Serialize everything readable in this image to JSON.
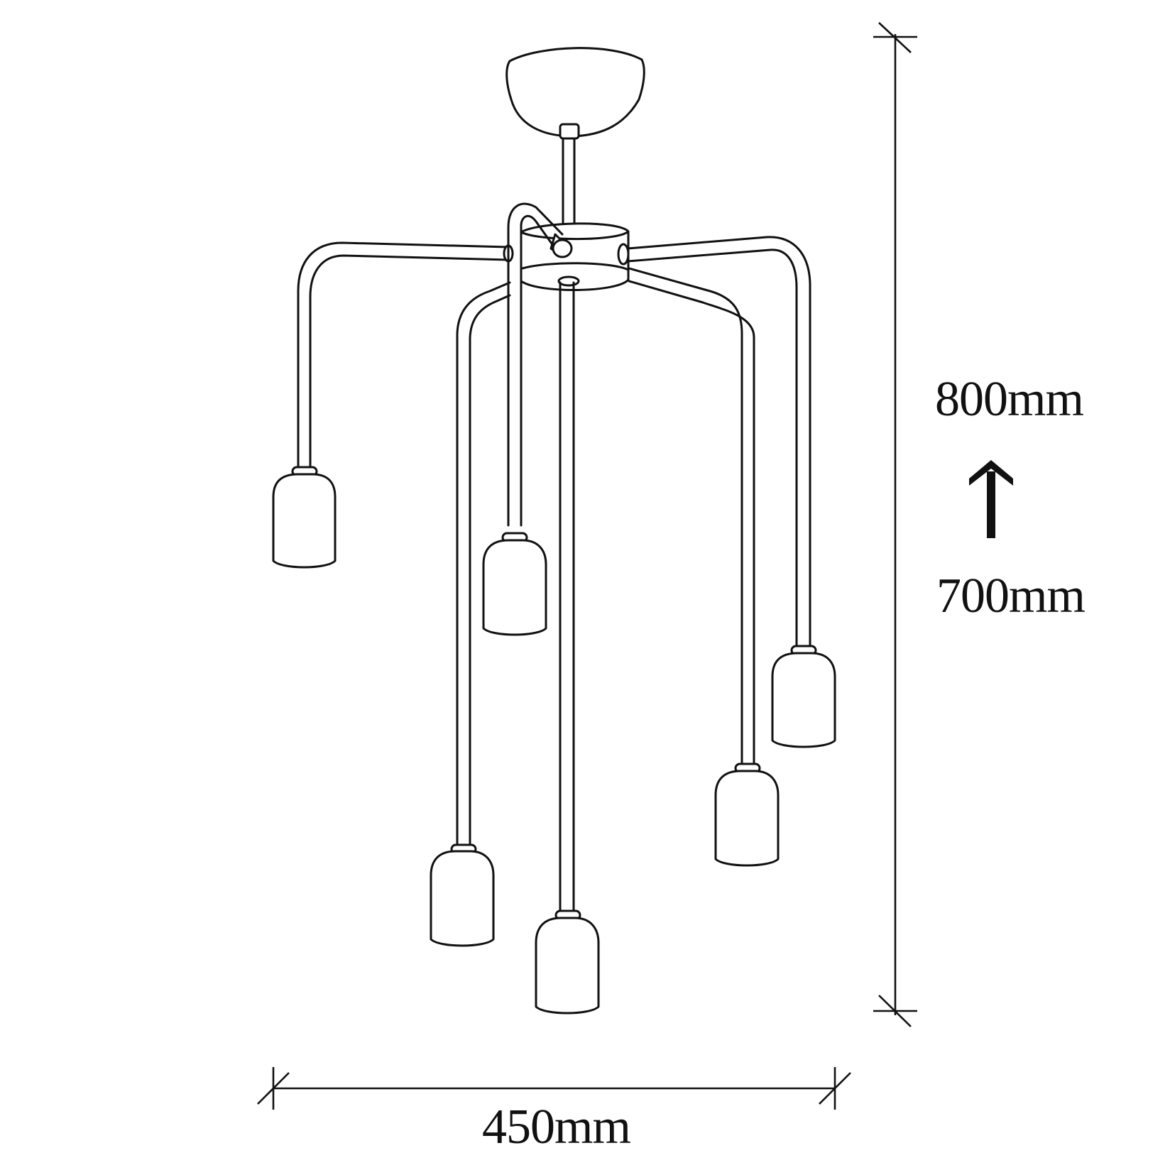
{
  "diagram": {
    "subject": "Six-arm pendant chandelier technical line drawing",
    "colors": {
      "line": "#111111",
      "background": "#ffffff"
    },
    "dimensions": {
      "width_label": "450mm",
      "height_max_label": "800mm",
      "height_min_label": "700mm",
      "height_arrow": "up-arrow"
    },
    "components": {
      "ceiling_canopy": "dome-canopy",
      "hub": "central-hub",
      "arms": 6,
      "sockets": 6
    }
  }
}
